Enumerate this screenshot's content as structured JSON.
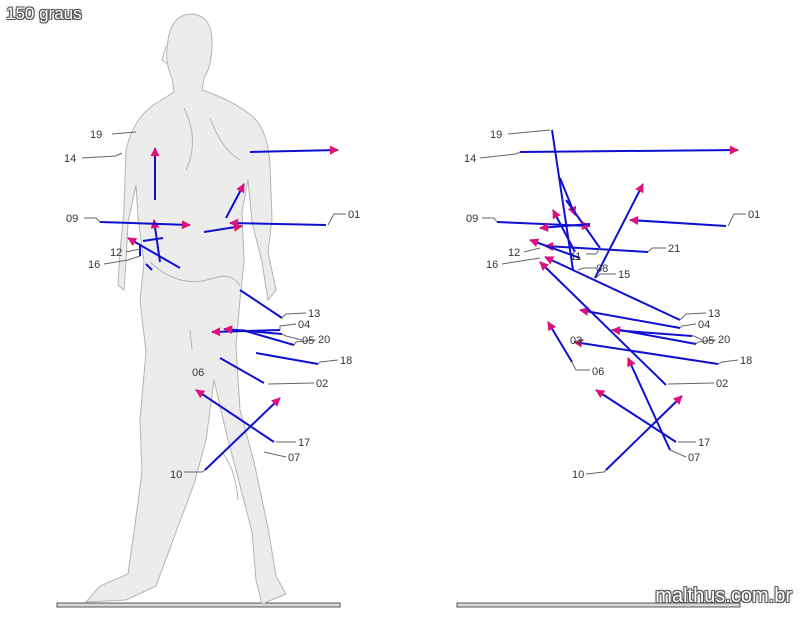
{
  "title": "150 graus",
  "credit": "malthus.com.br",
  "colors": {
    "vector": "#1010d0",
    "arrowhead": "#e0107a",
    "leader": "#666666",
    "body": "#ececec",
    "outline": "#b4b4b4"
  },
  "left_labels": [
    "19",
    "14",
    "09",
    "12",
    "16",
    "01",
    "13",
    "04",
    "05",
    "20",
    "18",
    "06",
    "02",
    "17",
    "07",
    "10"
  ],
  "right_labels": [
    "19",
    "14",
    "09",
    "12",
    "16",
    "11",
    "08",
    "15",
    "21",
    "01",
    "13",
    "04",
    "05",
    "20",
    "03",
    "18",
    "06",
    "02",
    "17",
    "07",
    "10"
  ]
}
